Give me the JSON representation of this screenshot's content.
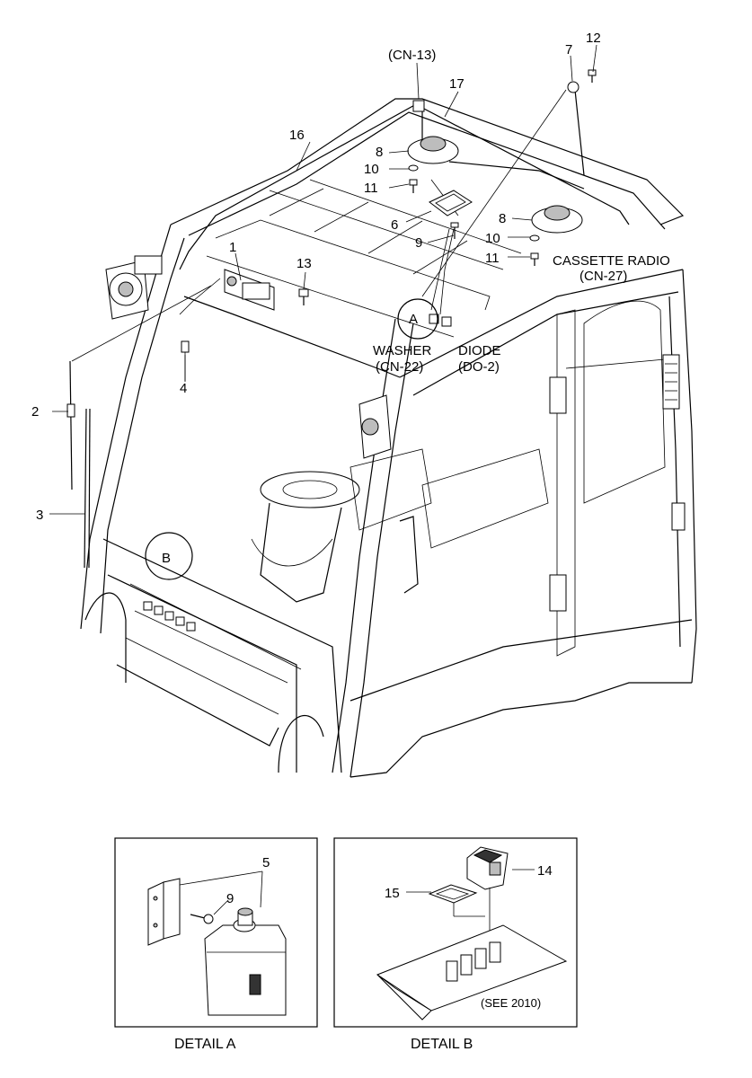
{
  "callouts": {
    "p1": "1",
    "p2": "2",
    "p3": "3",
    "p4": "4",
    "p5": "5",
    "p6": "6",
    "p7": "7",
    "p8a": "8",
    "p8b": "8",
    "p9a": "9",
    "p9b": "9",
    "p10a": "10",
    "p10b": "10",
    "p11a": "11",
    "p11b": "11",
    "p12": "12",
    "p13": "13",
    "p14": "14",
    "p15": "15",
    "p16": "16",
    "p17": "17"
  },
  "connectors": {
    "cn13": "(CN-13)",
    "cassette_radio": "CASSETTE RADIO",
    "cn27": "(CN-27)",
    "washer": "WASHER",
    "cn22": "(CN-22)",
    "diode": "DIODE",
    "do2": "(DO-2)"
  },
  "details": {
    "marker_a": "A",
    "marker_b": "B",
    "caption_a": "DETAIL A",
    "caption_b": "DETAIL B",
    "see_note": "(SEE 2010)"
  }
}
